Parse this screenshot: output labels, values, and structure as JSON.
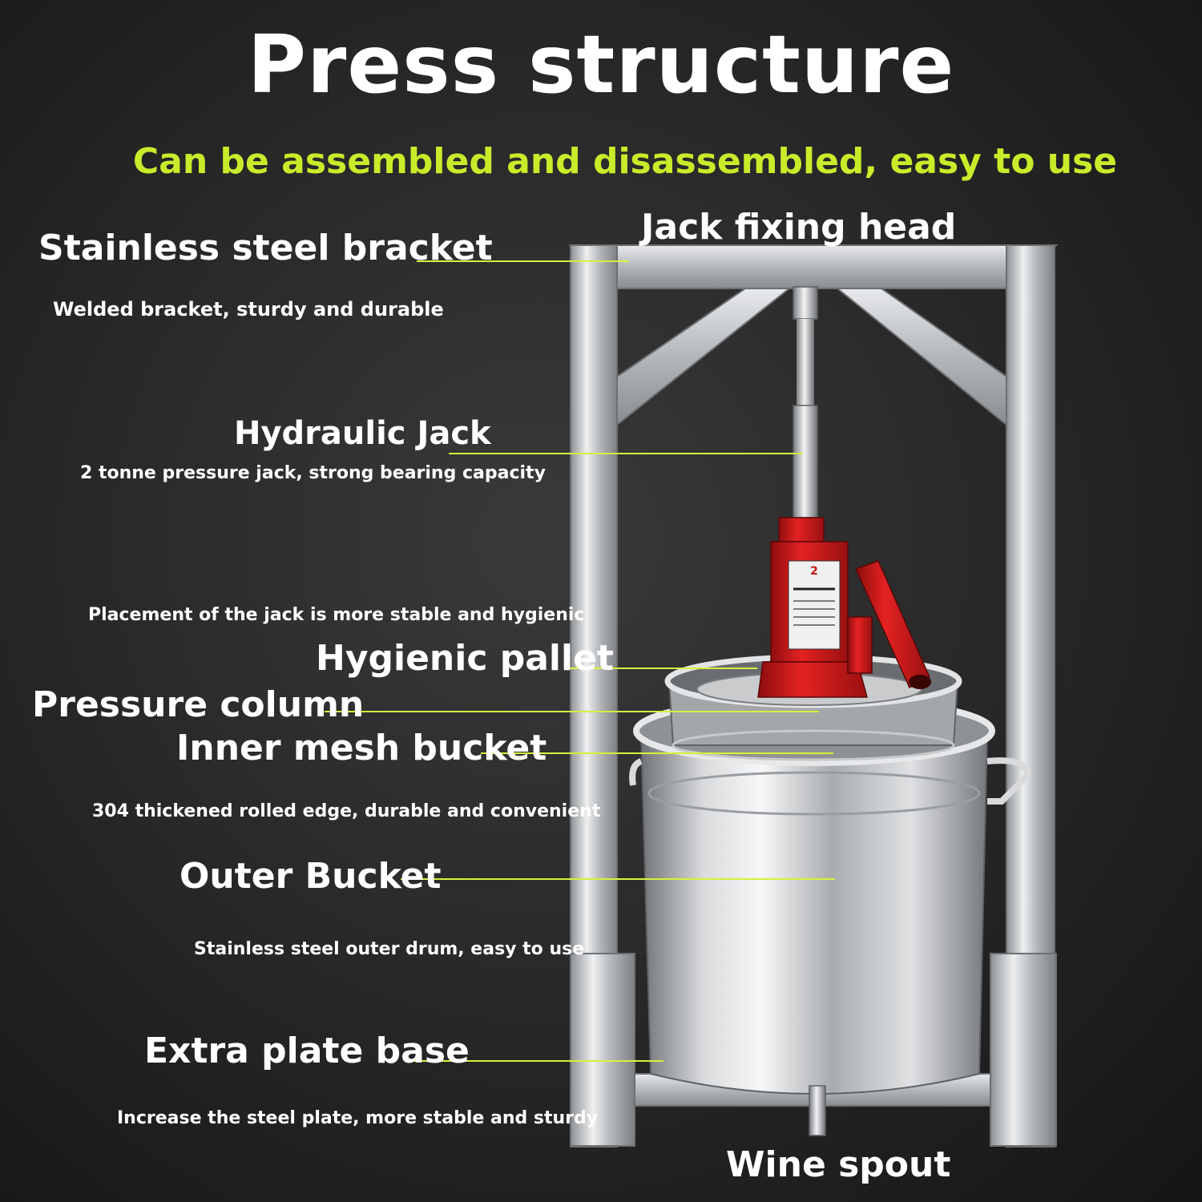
{
  "title": "Press structure",
  "subtitle": "Can be assembled and disassembled, easy to use",
  "jack_badge": "2",
  "parts": {
    "jack_fixing_head": {
      "label": "Jack fixing head"
    },
    "stainless_steel_bracket": {
      "label": "Stainless steel bracket",
      "desc": "Welded bracket, sturdy and durable"
    },
    "hydraulic_jack": {
      "label": "Hydraulic Jack",
      "desc": "2 tonne pressure jack, strong bearing capacity"
    },
    "hygienic_pallet": {
      "label": "Hygienic pallet",
      "desc": "Placement of the jack is more stable and hygienic"
    },
    "pressure_column": {
      "label": "Pressure column"
    },
    "inner_mesh_bucket": {
      "label": "Inner mesh bucket",
      "desc": "304 thickened rolled edge, durable and convenient"
    },
    "outer_bucket": {
      "label": "Outer Bucket",
      "desc": "Stainless steel outer drum, easy to use"
    },
    "extra_plate_base": {
      "label": "Extra plate base",
      "desc": "Increase the steel plate, more stable and sturdy"
    },
    "wine_spout": {
      "label": "Wine spout"
    }
  },
  "colors": {
    "leader_line": "#d8f03a",
    "subtitle": "#c8ec2a",
    "steel": "#c9cbcd",
    "jack_red": "#d31818"
  }
}
